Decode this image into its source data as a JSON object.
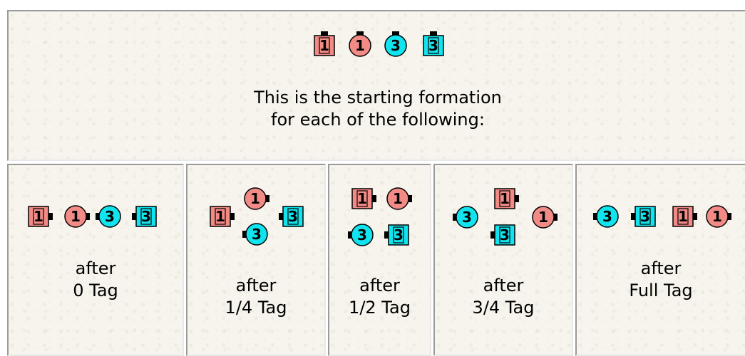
{
  "colors": {
    "couple1": "#f28b86",
    "couple3": "#11e4ee",
    "nose": "#000000"
  },
  "top": {
    "caption_line1": "This is the starting formation",
    "caption_line2": "for each of the following:",
    "dancers": [
      {
        "id": "d1",
        "shape": "square",
        "num": "1",
        "facing": "up"
      },
      {
        "id": "d2",
        "shape": "circle",
        "num": "1",
        "facing": "up"
      },
      {
        "id": "d3",
        "shape": "circle",
        "num": "3",
        "facing": "up"
      },
      {
        "id": "d4",
        "shape": "square",
        "num": "3",
        "facing": "up"
      }
    ]
  },
  "panels": [
    {
      "line1": "after",
      "line2": "0 Tag",
      "dancers": [
        {
          "shape": "square",
          "num": "1",
          "facing": "right"
        },
        {
          "shape": "circle",
          "num": "1",
          "facing": "right"
        },
        {
          "shape": "circle",
          "num": "3",
          "facing": "left"
        },
        {
          "shape": "square",
          "num": "3",
          "facing": "left"
        }
      ]
    },
    {
      "line1": "after",
      "line2": "1/4 Tag",
      "dancers": [
        {
          "shape": "square",
          "num": "1",
          "facing": "right"
        },
        {
          "shape": "circle",
          "num": "1",
          "facing": "right"
        },
        {
          "shape": "circle",
          "num": "3",
          "facing": "left"
        },
        {
          "shape": "square",
          "num": "3",
          "facing": "left"
        }
      ]
    },
    {
      "line1": "after",
      "line2": "1/2 Tag",
      "dancers": [
        {
          "shape": "square",
          "num": "1",
          "facing": "right"
        },
        {
          "shape": "circle",
          "num": "1",
          "facing": "right"
        },
        {
          "shape": "circle",
          "num": "3",
          "facing": "left"
        },
        {
          "shape": "square",
          "num": "3",
          "facing": "left"
        }
      ]
    },
    {
      "line1": "after",
      "line2": "3/4 Tag",
      "dancers": [
        {
          "shape": "circle",
          "num": "3",
          "facing": "left"
        },
        {
          "shape": "square",
          "num": "1",
          "facing": "right"
        },
        {
          "shape": "square",
          "num": "3",
          "facing": "left"
        },
        {
          "shape": "circle",
          "num": "1",
          "facing": "right"
        }
      ]
    },
    {
      "line1": "after",
      "line2": "Full Tag",
      "dancers": [
        {
          "shape": "circle",
          "num": "3",
          "facing": "left"
        },
        {
          "shape": "square",
          "num": "3",
          "facing": "left"
        },
        {
          "shape": "square",
          "num": "1",
          "facing": "right"
        },
        {
          "shape": "circle",
          "num": "1",
          "facing": "right"
        }
      ]
    }
  ]
}
